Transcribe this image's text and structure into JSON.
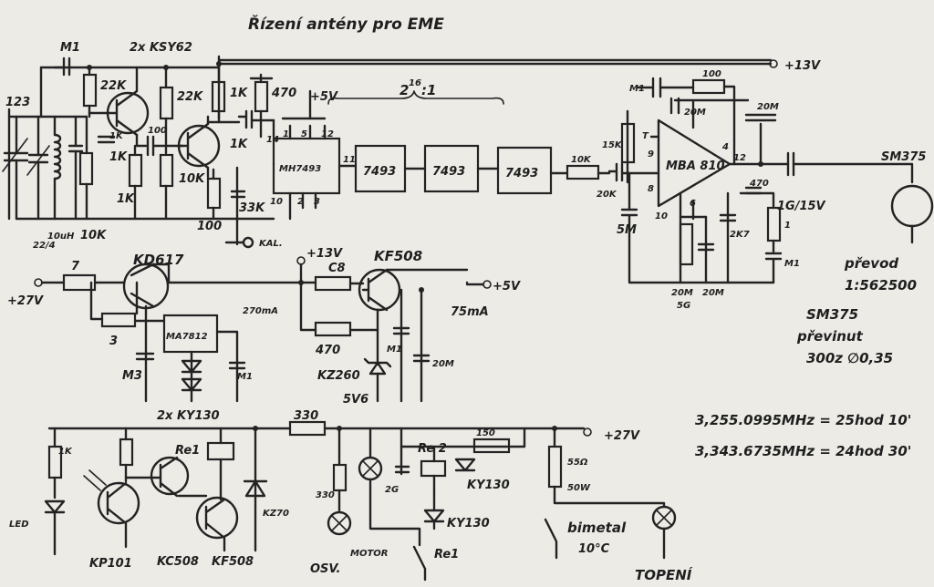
{
  "title": "Řízení antény pro EME",
  "labels": {
    "m1_top": "M1",
    "transistors_top": "2x KSY62",
    "r22k_a": "22K",
    "r22k_b": "22K",
    "r1k_a": "1K",
    "r470_a": "470",
    "plus5v_a": "+5V",
    "c123": "123",
    "r1k_b": "1K",
    "c100": "100",
    "r1k_c": "1K",
    "r1k_d": "1K",
    "r1k_e": "1K",
    "r10k_a": "10K",
    "c33k": "33K",
    "r100": "100",
    "l10uh": "10uH",
    "r10k_b": "10K",
    "turns": "22/4",
    "kal": "KAL.",
    "mh7493": "MH7493",
    "pin1": "1",
    "pin5": "5",
    "pin12": "12",
    "pin14": "14",
    "pin11": "11",
    "pin10": "10",
    "pin2": "2",
    "pin3": "3",
    "c7493_1": "7493",
    "c7493_2": "7493",
    "c7493_3": "7493",
    "divider_base": "2",
    "divider_exp": "16",
    "divider_rest": ":1",
    "plus13v_top": "+13V",
    "m1_amp": "M1",
    "c100_amp": "100",
    "c20m_a": "20M",
    "c20m_b": "20M",
    "r15k": "15K",
    "pin_t": "T",
    "pin9": "9",
    "pin4": "4",
    "mba810": "MBA 810",
    "pin12_amp": "12",
    "r10k_amp": "10K",
    "pin8": "8",
    "r20k": "20K",
    "c5m": "5M",
    "pin10_amp": "10",
    "pin6": "6",
    "c470_amp": "470",
    "c2k7": "2K7",
    "r1_amp": "1",
    "m1_amp_b": "M1",
    "c20m_c": "20M",
    "c5g": "5G",
    "c20m_d": "20M",
    "c1g15v": "1G/15V",
    "sm375_a": "SM375",
    "prevod": "převod",
    "ratio": "1:562500",
    "sm375_b": "SM375",
    "previnut": "převinut",
    "turns2": "300z ∅0,35",
    "kd617": "KD617",
    "plus13v_mid": "+13V",
    "kf508": "KF508",
    "r7": "7",
    "plus27v_left": "+27V",
    "i270": "270mA",
    "c8": "C8",
    "plus5v_b": "+5V",
    "i75": "75mA",
    "r3": "3",
    "ma7812": "MA7812",
    "r470_b": "470",
    "m1_mid": "M1",
    "c20m_e": "20M",
    "m3": "M3",
    "m1_reg": "M1",
    "kz260": "KZ260",
    "v5v6": "5V6",
    "freq1": "3,255.0995MHz = 25hod 10'",
    "freq2": "3,343.6735MHz = 24hod 30'",
    "ky130_top": "2x KY130",
    "r330_a": "330",
    "plus27v_bottom": "+27V",
    "r1k_f": "1K",
    "re1_a": "Re1",
    "re2": "Re 2",
    "r150": "150",
    "r55": "55Ω",
    "w50": "50W",
    "c2g": "2G",
    "ky130_b": "KY130",
    "r330_b": "330",
    "ky130_c": "KY130",
    "led": "LED",
    "kz70": "KZ70",
    "bimetal": "bimetal",
    "temp": "10°C",
    "kp101": "KP101",
    "kc508": "KC508",
    "kf508_b": "KF508",
    "osv": "OSV.",
    "motor": "MOTOR",
    "re1_b": "Re1",
    "topeni": "TOPENÍ"
  }
}
